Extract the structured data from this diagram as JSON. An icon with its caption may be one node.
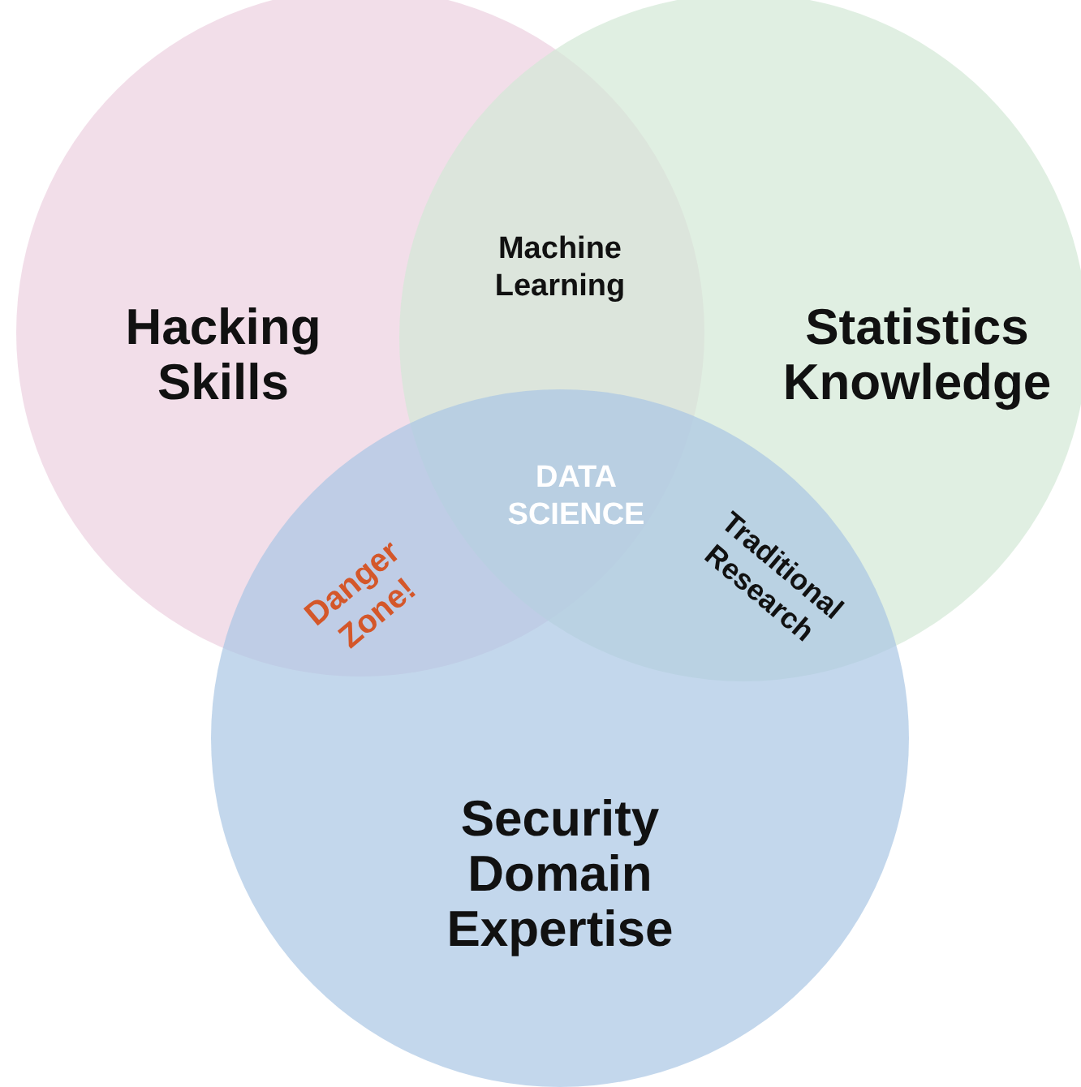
{
  "diagram": {
    "nodes": [
      {
        "text": [
          "Hacking Skills"
        ]
      },
      {
        "text": [
          "Statistics Knowledge"
        ]
      },
      {
        "text": [
          "Security Domain Expertise"
        ]
      }
    ],
    "labels": [
      "Machine Learning",
      "DATA SCIENCE",
      "Danger Zone!",
      "Traditional Research"
    ]
  }
}
